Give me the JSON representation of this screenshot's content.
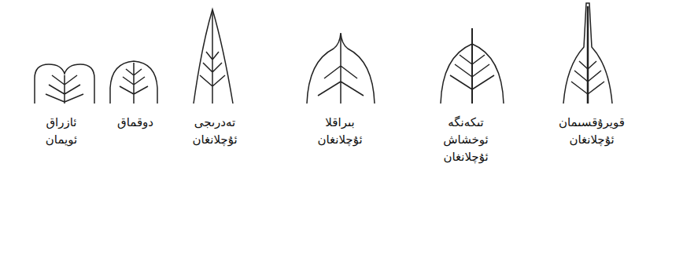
{
  "diagram": {
    "labels": [
      "ئازراق ئويمان",
      "دوقماق",
      "تەدرىجى ئۇچلانغان",
      "بىراقلا ئۇچلانغان",
      "تىكەنگە ئوخشاش ئۇچلانغان",
      "قويرۇقسىمان ئۇچلانغان"
    ]
  }
}
